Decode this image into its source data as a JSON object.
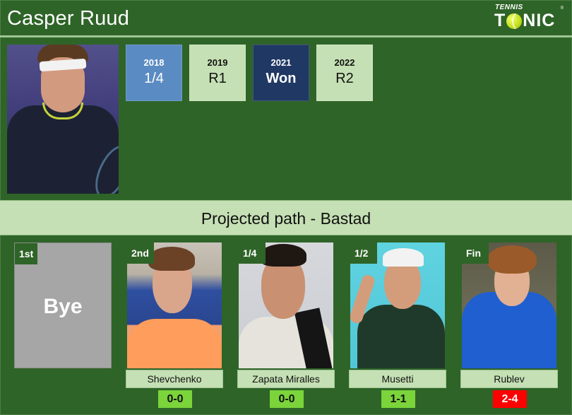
{
  "header": {
    "title": "Casper Ruud",
    "logo": {
      "small": "TENNIS",
      "big_left": "T",
      "big_right": "NIC",
      "ball_icon": "tennis-ball-icon",
      "registered": "®"
    }
  },
  "player": {
    "name": "Casper Ruud",
    "photo_alt": "Casper Ruud portrait"
  },
  "history": [
    {
      "year": "2018",
      "result": "1/4",
      "color": "#5b8bc3"
    },
    {
      "year": "2019",
      "result": "R1",
      "color": "#c5e0b4"
    },
    {
      "year": "2021",
      "result": "Won",
      "color": "#203864"
    },
    {
      "year": "2022",
      "result": "R2",
      "color": "#c5e0b4"
    }
  ],
  "banner": {
    "title": "Projected path - Bastad"
  },
  "path": [
    {
      "round": "1st",
      "opponent": "Bye",
      "h2h": null
    },
    {
      "round": "2nd",
      "opponent": "Shevchenko",
      "h2h": "0-0",
      "h2h_color": "#7ad43a"
    },
    {
      "round": "1/4",
      "opponent": "Zapata Miralles",
      "h2h": "0-0",
      "h2h_color": "#7ad43a"
    },
    {
      "round": "1/2",
      "opponent": "Musetti",
      "h2h": "1-1",
      "h2h_color": "#7ad43a"
    },
    {
      "round": "Fin",
      "opponent": "Rublev",
      "h2h": "2-4",
      "h2h_color": "#ff0000"
    }
  ],
  "colors": {
    "background": "#2f6428",
    "light_green": "#c5e0b4",
    "score_green": "#7ad43a",
    "score_red": "#ff0000",
    "navy": "#203864",
    "blue": "#5b8bc3"
  }
}
